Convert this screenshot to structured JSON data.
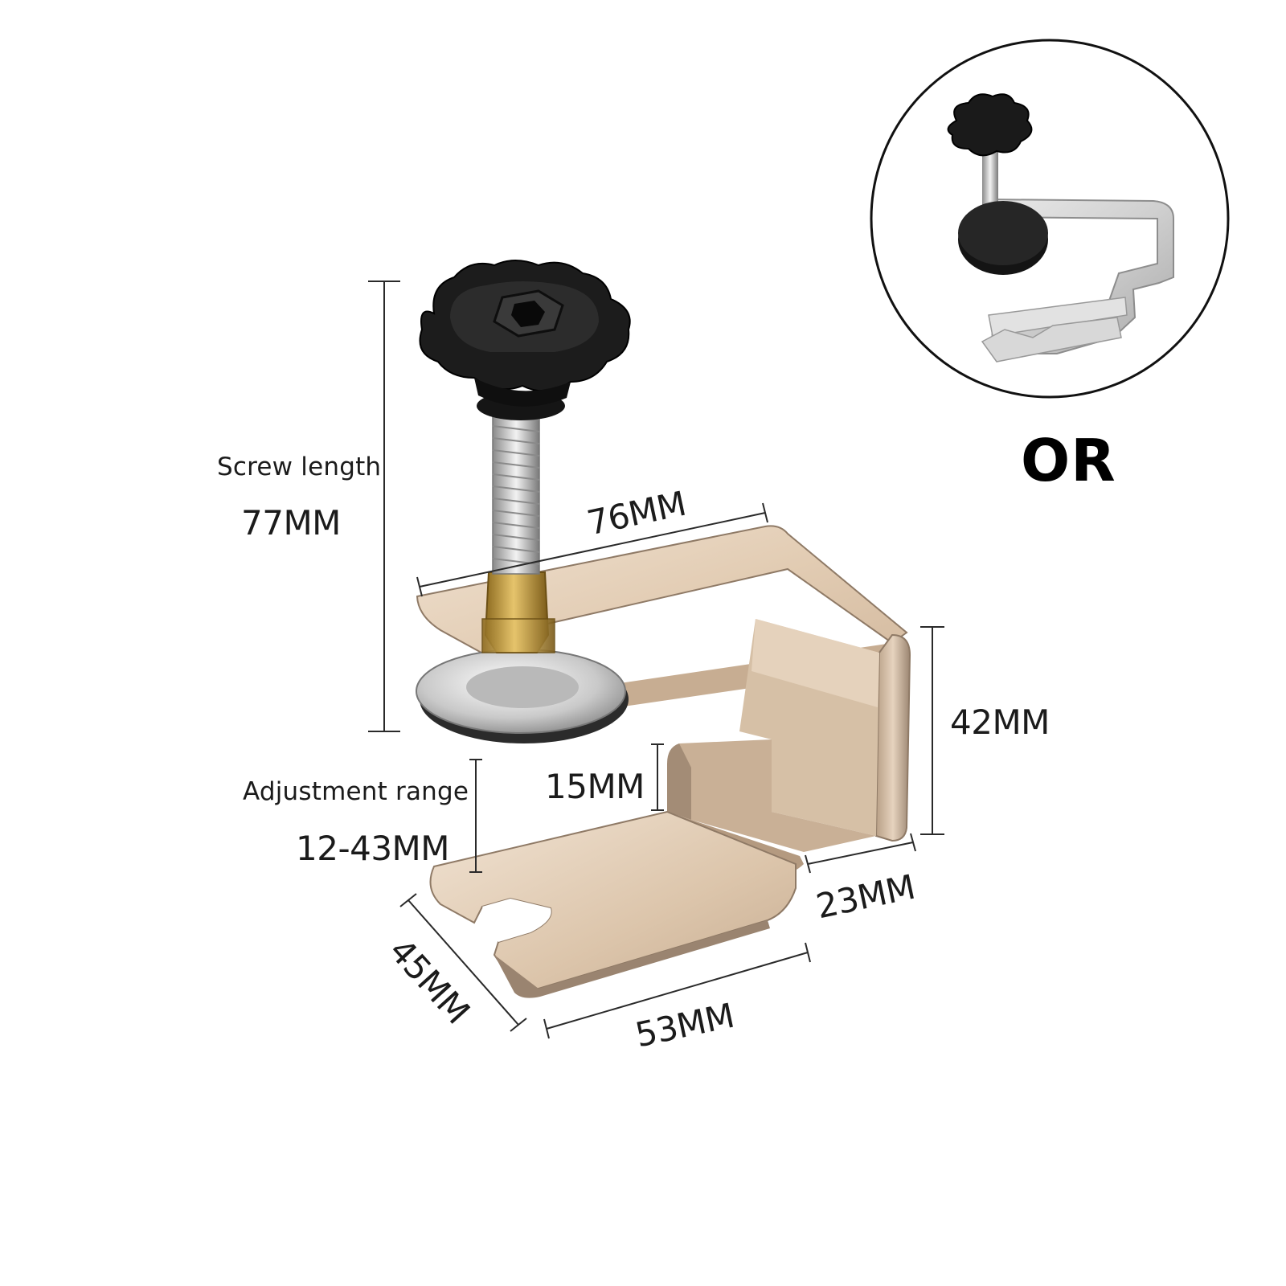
{
  "labels": {
    "screw_length_title": "Screw length",
    "screw_length_value": "77MM",
    "width_top": "76MM",
    "height_right": "42MM",
    "gap": "15MM",
    "adjustment_title": "Adjustment range",
    "adjustment_value": "12-43MM",
    "depth_inner": "23MM",
    "depth_side": "45MM",
    "width_bottom": "53MM",
    "alternative": "OR"
  },
  "colors": {
    "steel_light": "#e8d6c2",
    "steel_mid": "#cdb59b",
    "steel_dark": "#8f7a66",
    "knob": "#1c1c1c",
    "brass": "#c9a24a",
    "dimension_line": "#2a2a2a"
  },
  "icons": {
    "knob": "star-knob-icon",
    "clamp": "u-bracket-icon"
  }
}
